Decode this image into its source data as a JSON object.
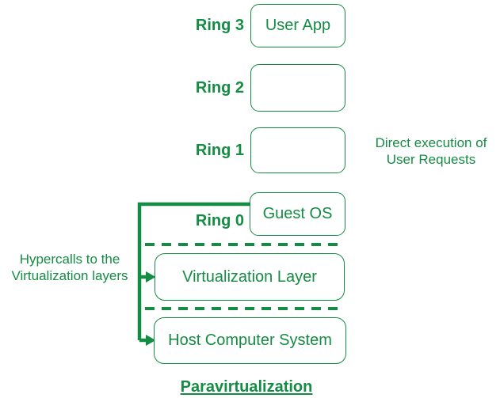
{
  "accent_color": "#148c43",
  "background_color": "#ffffff",
  "rings": [
    {
      "label": "Ring 3",
      "box_text": "User App"
    },
    {
      "label": "Ring 2",
      "box_text": ""
    },
    {
      "label": "Ring 1",
      "box_text": ""
    },
    {
      "label": "Ring 0",
      "box_text": "Guest OS"
    }
  ],
  "layers": {
    "virtualization": "Virtualization Layer",
    "host": "Host Computer System"
  },
  "annotations": {
    "direct_execution": {
      "line1": "Direct execution of",
      "line2": "User Requests"
    },
    "hypercalls": {
      "line1": "Hypercalls to the",
      "line2": "Virtualization layers"
    }
  },
  "title": "Paravirtualization"
}
